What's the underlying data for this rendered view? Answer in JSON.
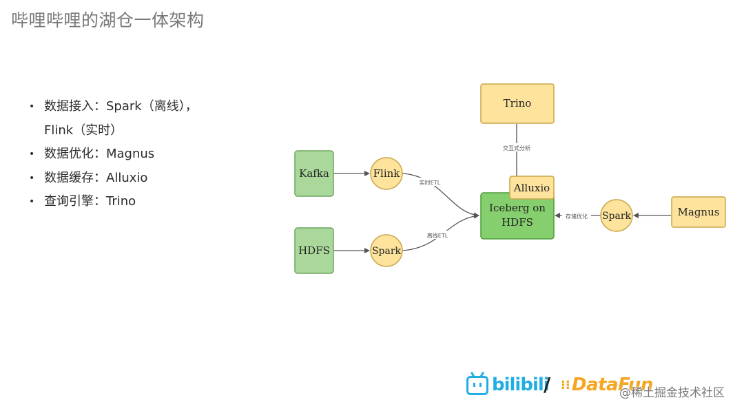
{
  "title": "哔哩哔哩的湖仓一体架构",
  "bullets": [
    {
      "bullet": "•",
      "line1": "数据接入：Spark（离线），",
      "line2": "Flink（实时）"
    },
    {
      "bullet": "•",
      "line1": "数据优化：Magnus"
    },
    {
      "bullet": "•",
      "line1": "数据缓存：Alluxio"
    },
    {
      "bullet": "•",
      "line1": "查询引擎：Trino"
    }
  ],
  "diagram": {
    "nodes": {
      "kafka": "Kafka",
      "hdfs_src": "HDFS",
      "flink": "Flink",
      "spark_ingest": "Spark",
      "iceberg_line1": "Iceberg on",
      "iceberg_line2": "HDFS",
      "alluxio": "Alluxio",
      "trino": "Trino",
      "spark_opt": "Spark",
      "magnus": "Magnus"
    },
    "edges": {
      "realtime_etl": "实时ETL",
      "offline_etl": "离线ETL",
      "interactive": "交互式分析",
      "storage_opt": "存储优化"
    },
    "colors": {
      "green_fill": "#a9d89a",
      "green_stroke": "#6fa55f",
      "iceberg_fill": "#86cf6e",
      "iceberg_stroke": "#4e9a3a",
      "yellow_fill": "#fde39c",
      "yellow_stroke": "#c9a64a",
      "edge": "#555555"
    }
  },
  "footer": {
    "bili_brand": "bilibili",
    "separator": "/",
    "datafun_brand": "DataFun",
    "watermark": "@稀土掘金技术社区"
  }
}
